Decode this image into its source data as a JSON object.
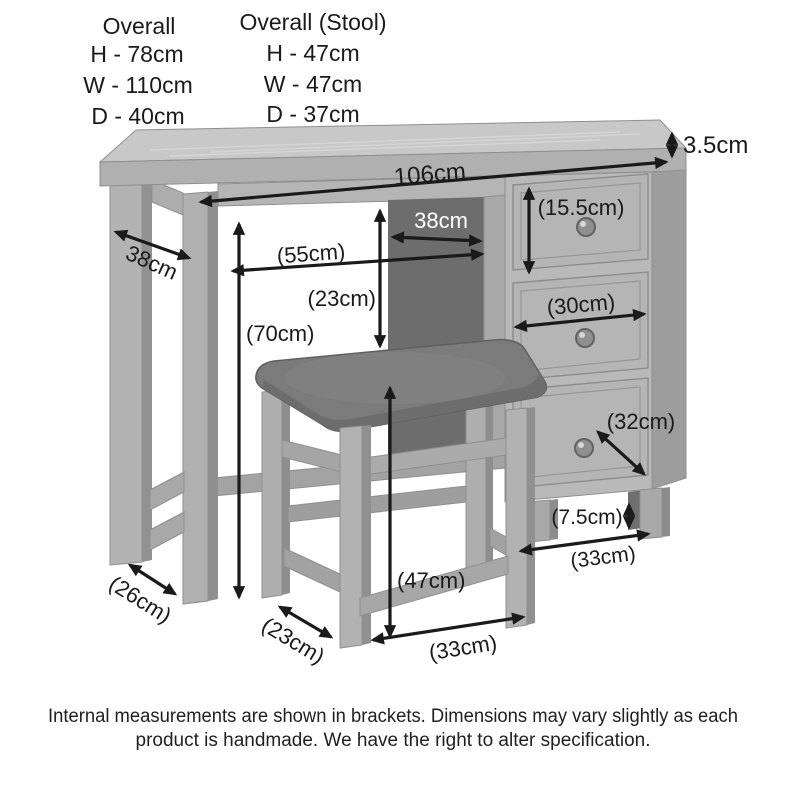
{
  "title_blocks": {
    "desk": {
      "title": "Overall",
      "height": "H - 78cm",
      "width": "W - 110cm",
      "depth": "D - 40cm"
    },
    "stool": {
      "title": "Overall (Stool)",
      "height": "H - 47cm",
      "width": "W - 47cm",
      "depth": "D - 37cm"
    }
  },
  "dimension_labels": {
    "top_thickness": "3.5cm",
    "desk_width": "106cm",
    "top_drawer_height": "(15.5cm)",
    "kneehole_depth": "38cm",
    "kneehole_width": "(55cm)",
    "desk_underside_to_stool": "(23cm)",
    "kneehole_height": "(70cm)",
    "desk_end_depth": "38cm",
    "middle_drawer_width": "(30cm)",
    "bottom_drawer_width": "(32cm)",
    "plinth_height": "(7.5cm)",
    "pedestal_base_depth": "(33cm)",
    "stool_seat_height": "(47cm)",
    "stool_base_depth": "(23cm)",
    "stool_base_width": "(33cm)",
    "desk_leg_spread": "(26cm)"
  },
  "footer": {
    "line1": "Internal measurements are shown in brackets. Dimensions may vary slightly as each",
    "line2": "product is handmade. We have the right to alter specification."
  },
  "colors": {
    "background": "#ffffff",
    "arrow_and_text": "#1a1a1a",
    "wood_top": "#c8c8c8",
    "wood_front": "#b3b3b3",
    "wood_shade": "#9a9a9a",
    "back_panel_dark": "#6d6d6d",
    "seat_pad": "#7b7b7b",
    "label_on_dark": "#ffffff"
  }
}
